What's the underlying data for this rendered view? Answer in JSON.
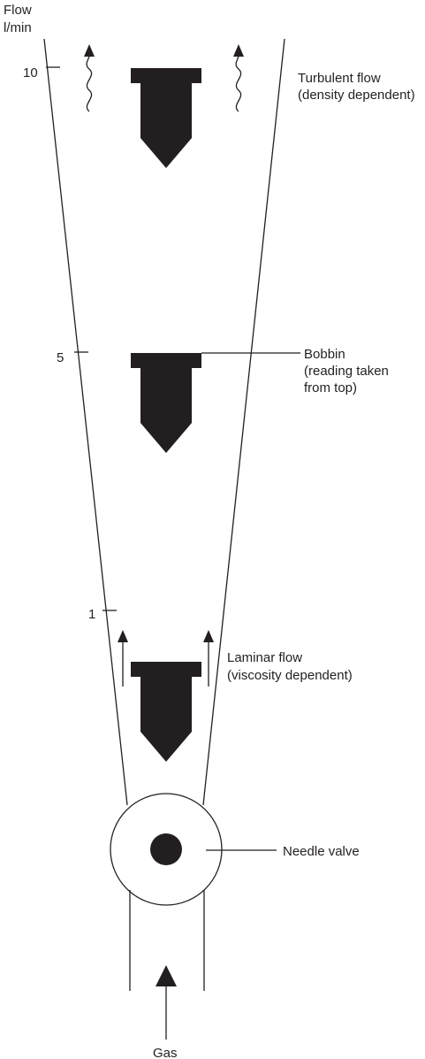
{
  "axis": {
    "title_line1": "Flow",
    "title_line2": "l/min",
    "ticks": [
      "10",
      "5",
      "1"
    ]
  },
  "labels": {
    "turbulent_line1": "Turbulent flow",
    "turbulent_line2": "(density dependent)",
    "bobbin_line1": "Bobbin",
    "bobbin_line2": "(reading taken",
    "bobbin_line3": "from top)",
    "laminar_line1": "Laminar flow",
    "laminar_line2": "(viscosity dependent)",
    "needle_valve": "Needle valve",
    "gas": "Gas"
  },
  "colors": {
    "ink": "#231f20",
    "background": "#ffffff"
  }
}
